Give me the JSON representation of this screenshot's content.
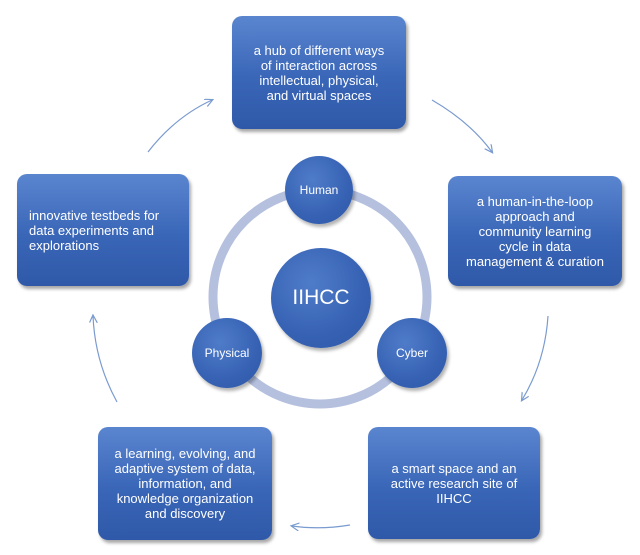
{
  "center": {
    "label": "IIHCC"
  },
  "nodes": {
    "human": "Human",
    "cyber": "Cyber",
    "physical": "Physical"
  },
  "boxes": {
    "top": [
      "a hub of different ways",
      "of interaction across",
      "intellectual, physical,",
      "and virtual spaces"
    ],
    "right": [
      "a human-in-the-loop",
      "approach and",
      "community learning",
      "cycle in data",
      "management & curation"
    ],
    "bottom_right": [
      "a smart space and an",
      "active research site of",
      "IIHCC"
    ],
    "bottom_left": [
      "a learning, evolving, and",
      "adaptive system of data,",
      "information, and",
      "knowledge organization",
      "and discovery"
    ],
    "left": [
      "innovative testbeds for",
      "data experiments and",
      "explorations"
    ]
  },
  "colors": {
    "box_fill": "#3a66b8",
    "ring": "#b4c0de",
    "arrow": "#7a9bd0",
    "text": "#ffffff"
  }
}
